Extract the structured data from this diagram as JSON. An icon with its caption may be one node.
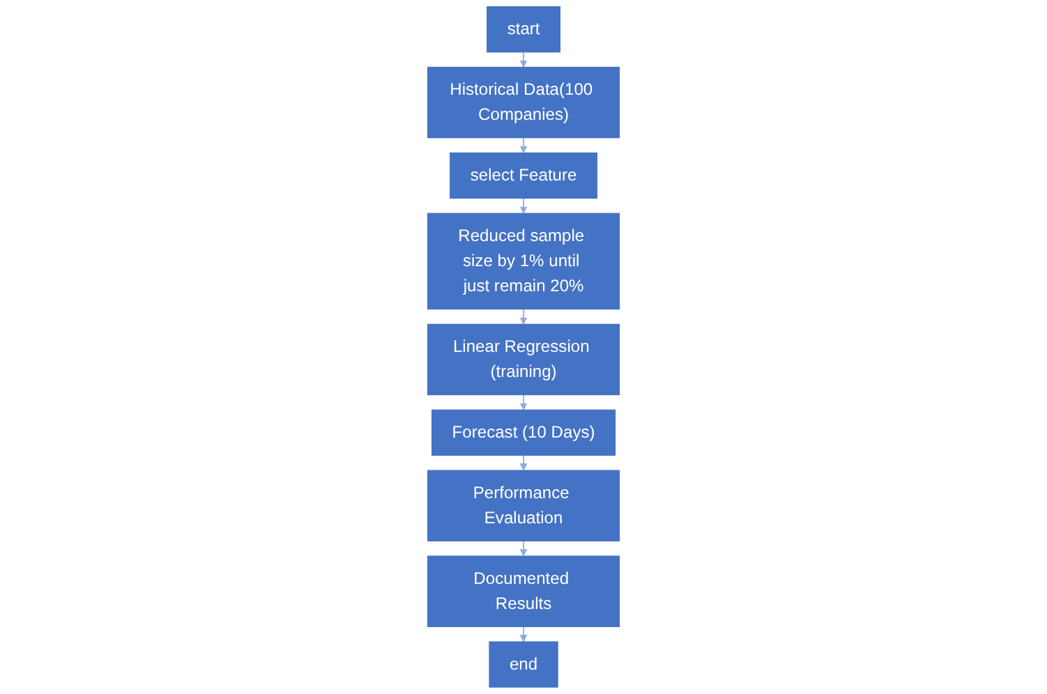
{
  "diagram": {
    "nodes": [
      {
        "text": [
          "start"
        ]
      },
      {
        "text": [
          "Historical Data(100 Companies)"
        ]
      },
      {
        "text": [
          "select Feature"
        ]
      },
      {
        "text": [
          "Reduced sample size by 1% until just remain 20%"
        ]
      },
      {
        "text": [
          "Linear Regression (training)"
        ]
      },
      {
        "text": [
          "Forecast (10 Days)"
        ]
      },
      {
        "text": [
          "Performance Evaluation"
        ]
      },
      {
        "text": [
          "Documented Results"
        ]
      },
      {
        "text": [
          "end"
        ]
      }
    ],
    "edges": [
      {
        "from": 0,
        "to": 1,
        "arrow": "to"
      },
      {
        "from": 1,
        "to": 2,
        "arrow": "to"
      },
      {
        "from": 2,
        "to": 3,
        "arrow": "to"
      },
      {
        "from": 3,
        "to": 4,
        "arrow": "to"
      },
      {
        "from": 4,
        "to": 5,
        "arrow": "to"
      },
      {
        "from": 5,
        "to": 6,
        "arrow": "to"
      },
      {
        "from": 6,
        "to": 7,
        "arrow": "to"
      },
      {
        "from": 7,
        "to": 8,
        "arrow": "to"
      }
    ]
  }
}
